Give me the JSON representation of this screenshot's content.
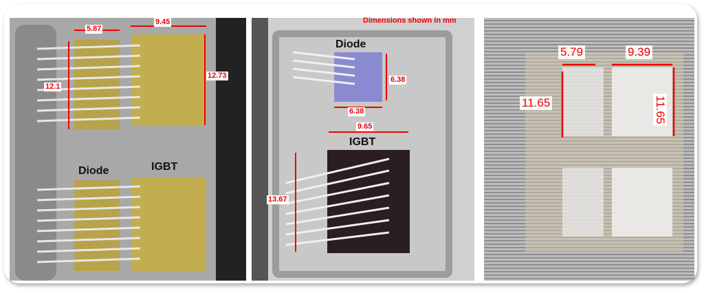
{
  "note": "Dimensions shown in mm",
  "panel1": {
    "width_diode": "5.87",
    "width_igbt": "9.45",
    "height_diode": "12.1",
    "height_igbt": "12.73",
    "diode_label": "Diode",
    "igbt_label": "IGBT"
  },
  "panel2": {
    "diode_label": "Diode",
    "diode_height": "6.38",
    "diode_width": "6.38",
    "igbt_width": "9.65",
    "igbt_label": "IGBT",
    "igbt_height": "13.67"
  },
  "panel3": {
    "width_diode": "5.79",
    "width_igbt": "9.39",
    "height_left": "11.65",
    "height_right": "11.65"
  },
  "colors": {
    "dimension": "#e00000"
  }
}
